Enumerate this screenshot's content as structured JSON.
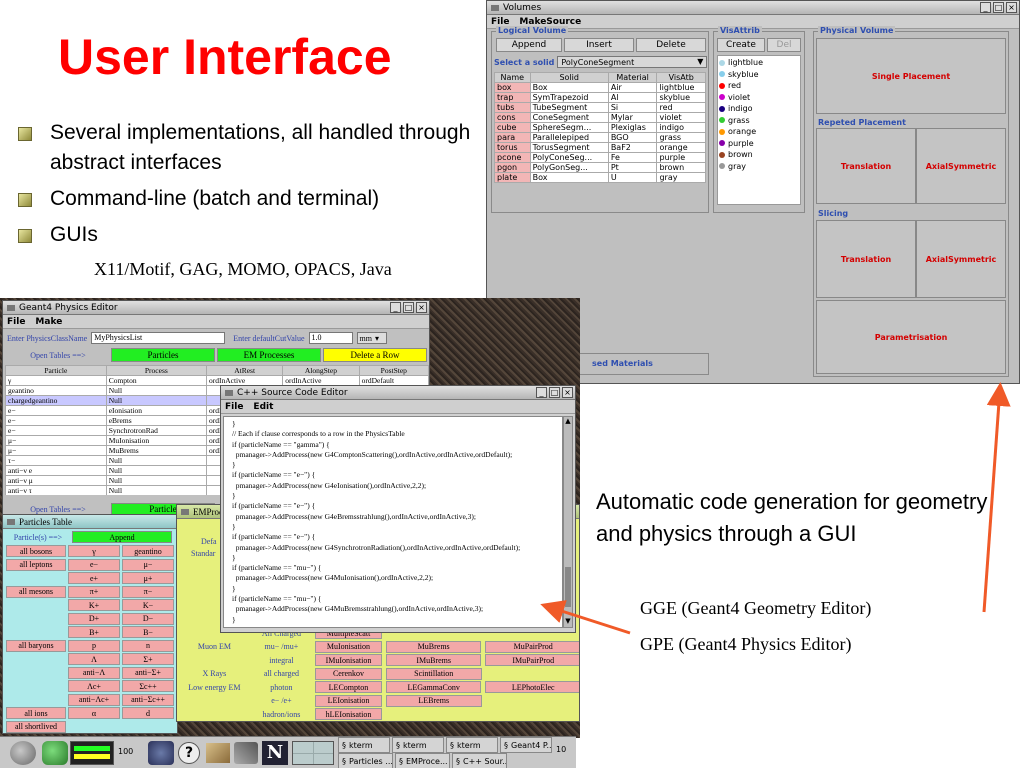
{
  "slide": {
    "title": "User Interface",
    "bullets": [
      "Several implementations, all handled through abstract interfaces",
      "Command-line (batch and terminal)",
      "GUIs"
    ],
    "sub_bullet": "X11/Motif, GAG, MOMO, OPACS, Java",
    "auto_code_text": "Automatic code generation for geometry and physics through a GUI",
    "gge_text": "GGE (Geant4 Geometry Editor)",
    "gpe_text": "GPE (Geant4 Physics Editor)",
    "arrow_color": "#f05a28",
    "title_color": "#ff0000"
  },
  "volumes_window": {
    "title": "Volumes",
    "menu": [
      "File",
      "MakeSource"
    ],
    "logical_label": "Logical Volume",
    "buttons": [
      "Append",
      "Insert",
      "Delete"
    ],
    "select_label": "Select a solid",
    "select_value": "PolyConeSegment",
    "table_headers": [
      "Name",
      "Solid",
      "Material",
      "VisAtb"
    ],
    "rows": [
      [
        "box",
        "Box",
        "Air",
        "lightblue"
      ],
      [
        "trap",
        "SymTrapezoid",
        "Al",
        "skyblue"
      ],
      [
        "tubs",
        "TubeSegment",
        "Si",
        "red"
      ],
      [
        "cons",
        "ConeSegment",
        "Mylar",
        "violet"
      ],
      [
        "cube",
        "SphereSegm...",
        "Plexiglas",
        "indigo"
      ],
      [
        "para",
        "Parallelepiped",
        "BGO",
        "grass"
      ],
      [
        "torus",
        "TorusSegment",
        "BaF2",
        "orange"
      ],
      [
        "pcone",
        "PolyConeSeg...",
        "Fe",
        "purple"
      ],
      [
        "pgon",
        "PolyGonSeg...",
        "Pt",
        "brown"
      ],
      [
        "plate",
        "Box",
        "U",
        "gray"
      ]
    ],
    "visattrib_label": "VisAttrib",
    "vis_buttons": [
      "Create",
      "Del"
    ],
    "vis_items": [
      {
        "name": "lightblue",
        "color": "#add8e6"
      },
      {
        "name": "skyblue",
        "color": "#87ceeb"
      },
      {
        "name": "red",
        "color": "#ff0000"
      },
      {
        "name": "violet",
        "color": "#cc00cc"
      },
      {
        "name": "indigo",
        "color": "#1a0080"
      },
      {
        "name": "grass",
        "color": "#33cc33"
      },
      {
        "name": "orange",
        "color": "#ff9900"
      },
      {
        "name": "purple",
        "color": "#8800aa"
      },
      {
        "name": "brown",
        "color": "#994422"
      },
      {
        "name": "gray",
        "color": "#999999"
      }
    ],
    "physical_label": "Physical Volume",
    "single_placement": "Single Placement",
    "repeted_label": "Repeted Placement",
    "translation": "Translation",
    "axial": "AxialSymmetric",
    "slicing_label": "Slicing",
    "parametrisation": "Parametrisation",
    "used_materials": "sed Materials"
  },
  "physics_window": {
    "title": "Geant4 Physics Editor",
    "menu": [
      "File",
      "Make"
    ],
    "class_label": "Enter PhysicsClassName",
    "class_value": "MyPhysicsList",
    "cut_label": "Enter defaultCutValue",
    "cut_value": "1.0",
    "cut_unit": "mm",
    "open_tables": "Open Tables ==>",
    "btn_particles": "Particles",
    "btn_em": "EM Processes",
    "btn_delete": "Delete a Row",
    "headers": [
      "Particle",
      "Process",
      "AtRest",
      "AlongStep",
      "PostStep"
    ],
    "rows": [
      [
        "γ",
        "Compton",
        "ordInActive",
        "ordInActive",
        "ordDefault"
      ],
      [
        "geantino",
        "Null",
        "",
        "",
        ""
      ],
      [
        "chargedgeantino",
        "Null",
        "",
        "",
        ""
      ],
      [
        "e−",
        "eIonisation",
        "ordInActive",
        "",
        ""
      ],
      [
        "e−",
        "eBrems",
        "ordInActive",
        "",
        ""
      ],
      [
        "e−",
        "SynchrotronRad",
        "ordInActive",
        "",
        ""
      ],
      [
        "μ−",
        "MuIonisation",
        "ordInActive",
        "",
        ""
      ],
      [
        "μ−",
        "MuBrems",
        "ordInActive",
        "",
        ""
      ],
      [
        "τ−",
        "Null",
        "",
        "",
        ""
      ],
      [
        "anti−ν e",
        "Null",
        "",
        "",
        ""
      ],
      [
        "anti−ν μ",
        "Null",
        "",
        "",
        ""
      ],
      [
        "anti−ν τ",
        "Null",
        "",
        "",
        ""
      ]
    ],
    "open_tables_2": "Open Tables ==>",
    "particles_2": "Particle"
  },
  "particles_table": {
    "title": "Particles Table",
    "header_left": "Particle(s) ==>",
    "append": "Append",
    "geantino": "geantino",
    "rows": [
      [
        "all leptons",
        "e−",
        "μ−"
      ],
      [
        "",
        "e+",
        "μ+"
      ],
      [
        "all mesons",
        "π+",
        "π−"
      ],
      [
        "",
        "K+",
        "K−"
      ],
      [
        "",
        "D+",
        "D−"
      ],
      [
        "",
        "B+",
        "B−"
      ],
      [
        "all baryons",
        "p",
        "n"
      ],
      [
        "",
        "Λ",
        "Σ+"
      ],
      [
        "",
        "anti−Λ",
        "anti−Σ+"
      ],
      [
        "",
        "Λc+",
        "Σc++"
      ],
      [
        "",
        "anti−Λc+",
        "anti−Σc++"
      ],
      [
        "all ions",
        "α",
        "d"
      ],
      [
        "all shortlived",
        "",
        ""
      ]
    ],
    "first_row": [
      "all bosons",
      "γ",
      "geantino"
    ]
  },
  "em_window": {
    "title": "EMProc",
    "left_labels": [
      "Defa",
      "Standar"
    ],
    "rows": [
      [
        "",
        "All Charged",
        "MultipleScatt",
        "",
        ""
      ],
      [
        "Muon EM",
        "mu− /mu+",
        "MuIonisation",
        "MuBrems",
        "MuPairProd"
      ],
      [
        "",
        "integral",
        "IMuIonisation",
        "IMuBrems",
        "IMuPairProd"
      ],
      [
        "X Rays",
        "all charged",
        "Cerenkov",
        "Scintillation",
        ""
      ],
      [
        "Low energy EM",
        "photon",
        "LECompton",
        "LEGammaConv",
        "LEPhotoElec"
      ],
      [
        "",
        "e− /e+",
        "LEIonisation",
        "LEBrems",
        ""
      ],
      [
        "",
        "hadron/ions",
        "hLEIonisation",
        "",
        ""
      ]
    ]
  },
  "code_window": {
    "title": "C++ Source Code Editor",
    "menu": [
      "File",
      "Edit"
    ],
    "lines": [
      "}",
      "// Each if clause corresponds to a row in the PhysicsTable",
      "",
      "if (particleName == \"gamma\") {",
      "  pmanager->AddProcess(new G4ComptonScattering(),ordInActive,ordInActive,ordDefault);",
      "}",
      "if (particleName == \"e−\") {",
      "  pmanager->AddProcess(new G4eIonisation(),ordInActive,2,2);",
      "}",
      "if (particleName == \"e−\") {",
      "  pmanager->AddProcess(new G4eBremsstrahlung(),ordInActive,ordInActive,3);",
      "}",
      "if (particleName == \"e−\") {",
      "  pmanager->AddProcess(new G4SynchrotronRadiation(),ordInActive,ordInActive,ordDefault);",
      "}",
      "if (particleName == \"mu−\") {",
      "  pmanager->AddProcess(new G4MuIonisation(),ordInActive,2,2);",
      "}",
      "if (particleName == \"mu−\") {",
      "  pmanager->AddProcess(new G4MuBremsstrahlung(),ordInActive,ordInActive,3);",
      "}"
    ]
  },
  "taskbar": {
    "percent": "100",
    "tasks_top": [
      "kterm",
      "kterm",
      "kterm",
      "Geant4 P..."
    ],
    "tasks_bottom": [
      "Particles ...",
      "EMProce...",
      "C++ Sour..."
    ],
    "n_logo": "N",
    "help_icon": "?",
    "page_num": "10"
  }
}
